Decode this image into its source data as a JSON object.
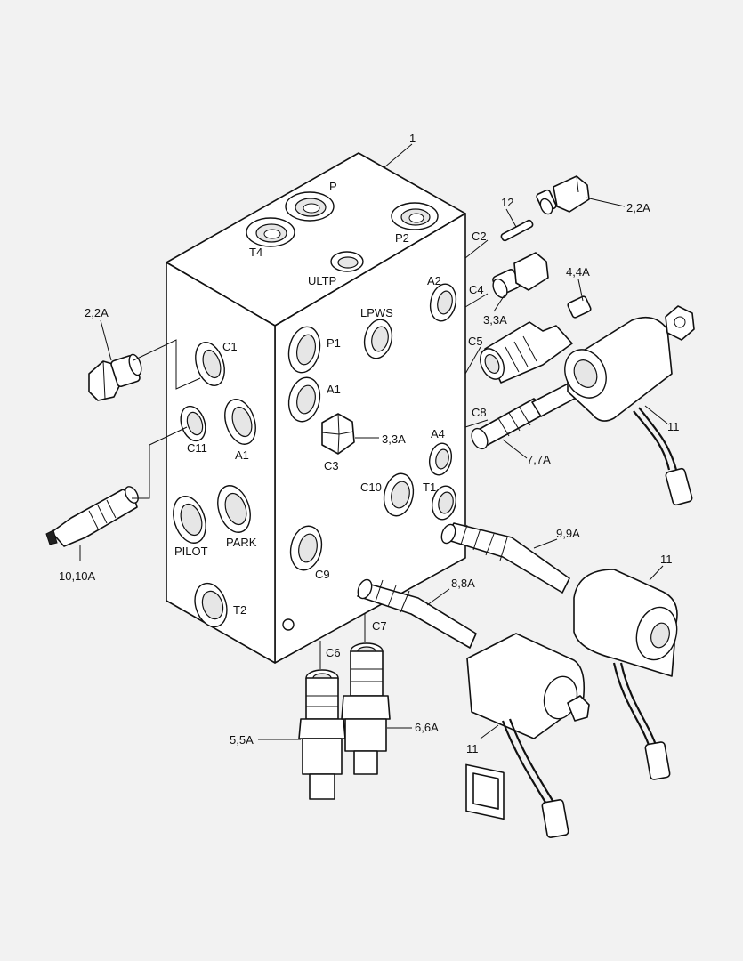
{
  "labels": {
    "block": "1",
    "port_p": "P",
    "port_p2": "P2",
    "port_t4": "T4",
    "port_ultp": "ULTP",
    "port_lpws": "LPWS",
    "port_a2": "A2",
    "port_p1": "P1",
    "port_a1_front": "A1",
    "port_c1": "C1",
    "port_c11": "C11",
    "port_a1_side": "A1",
    "port_c3": "C3",
    "port_a4": "A4",
    "port_c10": "C10",
    "port_t1": "T1",
    "port_pilot": "PILOT",
    "port_park": "PARK",
    "port_c9": "C9",
    "port_t2": "T2",
    "port_c6": "C6",
    "port_c7": "C7",
    "port_c2": "C2",
    "port_c4": "C4",
    "port_c5": "C5",
    "port_c8": "C8",
    "ref_12": "12",
    "ref_2_2a_top": "2,2A",
    "ref_2_2a_left": "2,2A",
    "ref_3_3a_c4": "3,3A",
    "ref_3_3a_c3": "3,3A",
    "ref_4_4a": "4,4A",
    "ref_7_7a": "7,7A",
    "ref_9_9a": "9,9A",
    "ref_8_8a": "8,8A",
    "ref_10_10a": "10,10A",
    "ref_5_5a": "5,5A",
    "ref_6_6a": "6,6A",
    "ref_11_a": "11",
    "ref_11_b": "11",
    "ref_11_c": "11"
  }
}
